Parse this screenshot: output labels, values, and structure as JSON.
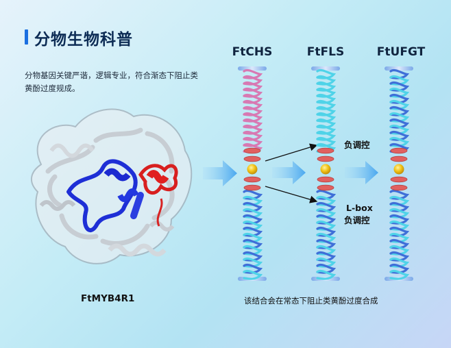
{
  "header": {
    "title": "分物生物科普",
    "subtitle": "分物基因关键严谐，逻辑专业，符合渐态下阻止类黄酚过度规成。"
  },
  "protein": {
    "label": "FtMYB4R1"
  },
  "genes": [
    {
      "label": "FtCHS"
    },
    {
      "label": "FtFLS"
    },
    {
      "label": "FtUFGT"
    }
  ],
  "annotations": {
    "negative_regulation": "负调控",
    "lbox_line1": "L-box",
    "lbox_line2": "负调控"
  },
  "caption": "该结合会在常态下阻止类黄酚过度合成",
  "colors": {
    "title_bar": "#1a6fe0",
    "helix_pink": "#d879b3",
    "helix_blue": "#3f6fd8",
    "helix_cyan": "#4fd3e8",
    "rung_red": "#e06060",
    "center_yellow": "#f0c11a",
    "arrow_blue": "#4da9f0"
  }
}
